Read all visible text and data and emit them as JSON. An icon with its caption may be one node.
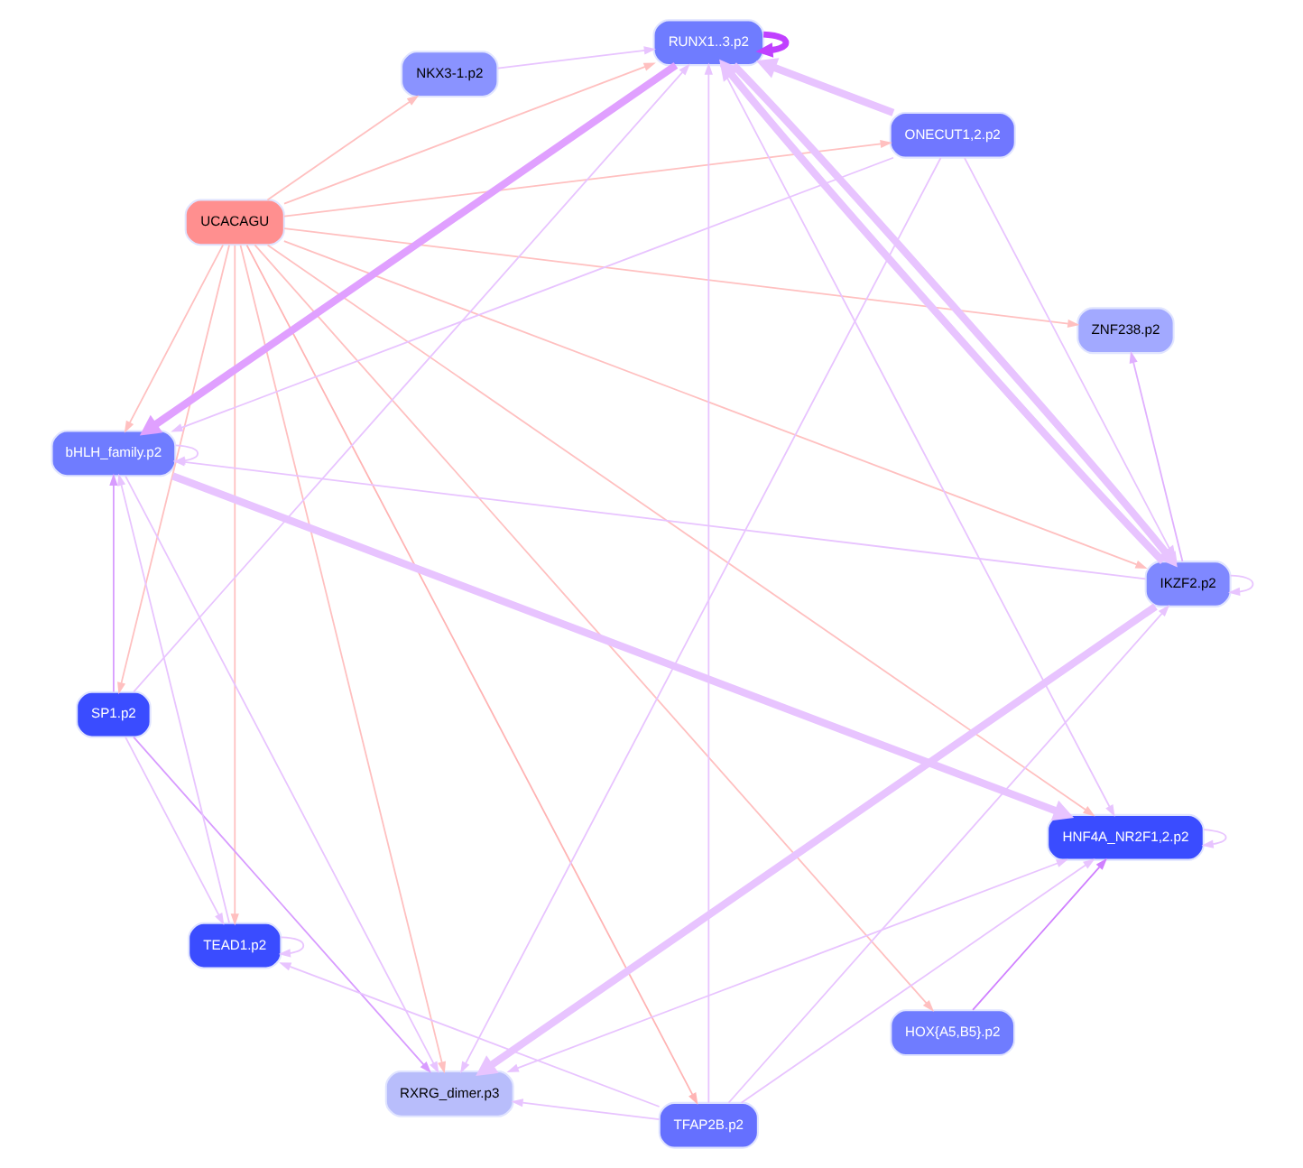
{
  "diagram": {
    "nodes": [
      {
        "text": [
          "UCACAGU"
        ]
      },
      {
        "text": [
          "RXRG_dimer.p3"
        ]
      },
      {
        "text": [
          "HNF4A_NR2F1,2.p2"
        ]
      },
      {
        "text": [
          "RUNX1..3.p2"
        ]
      },
      {
        "text": [
          "bHLH_family.p2"
        ]
      },
      {
        "text": [
          "SP1.p2"
        ]
      },
      {
        "text": [
          "TEAD1.p2"
        ]
      },
      {
        "text": [
          "ONECUT1,2.p2"
        ]
      },
      {
        "text": [
          "NKX3-1.p2"
        ]
      },
      {
        "text": [
          "IKZF2.p2"
        ]
      },
      {
        "text": [
          "HOX{A5,B5}.p2"
        ]
      },
      {
        "text": [
          "TFAP2B.p2"
        ]
      },
      {
        "text": [
          "ZNF238.p2"
        ]
      }
    ],
    "edges": [
      {
        "from": 0,
        "to": 1,
        "arrow": "to",
        "color": "#ffc0c0"
      },
      {
        "from": 0,
        "to": 2,
        "arrow": "to",
        "color": "#ffc0c0"
      },
      {
        "from": 0,
        "to": 3,
        "arrow": "to",
        "color": "#ffc0c0"
      },
      {
        "from": 0,
        "to": 4,
        "arrow": "to",
        "color": "#ffc0c0"
      },
      {
        "from": 0,
        "to": 5,
        "arrow": "to",
        "color": "#ffc0c0"
      },
      {
        "from": 0,
        "to": 6,
        "arrow": "to",
        "color": "#ffc0c0"
      },
      {
        "from": 0,
        "to": 7,
        "arrow": "to",
        "color": "#ffc0c0"
      },
      {
        "from": 0,
        "to": 8,
        "arrow": "to",
        "color": "#ffc0c0"
      },
      {
        "from": 0,
        "to": 9,
        "arrow": "to",
        "color": "#ffc0c0"
      },
      {
        "from": 0,
        "to": 10,
        "arrow": "to",
        "color": "#ffc0c0"
      },
      {
        "from": 0,
        "to": 11,
        "arrow": "to",
        "color": "#ffb4b4"
      },
      {
        "from": 0,
        "to": 12,
        "arrow": "to",
        "color": "#ffc0c0"
      },
      {
        "from": 1,
        "to": 2,
        "arrow": "both"
      },
      {
        "from": 2,
        "to": 2,
        "arrow": "to"
      },
      {
        "from": 3,
        "to": 3,
        "arrow": "to",
        "style": "thick",
        "color": "#c040ff"
      },
      {
        "from": 3,
        "to": 4,
        "arrow": "to",
        "style": "thick",
        "color": "#e0a0ff"
      },
      {
        "from": 3,
        "to": 2,
        "arrow": "to"
      },
      {
        "from": 4,
        "to": 4,
        "arrow": "to"
      },
      {
        "from": 6,
        "to": 6,
        "arrow": "to"
      },
      {
        "from": 6,
        "to": 4,
        "arrow": "to"
      },
      {
        "from": 4,
        "to": 2,
        "arrow": "to",
        "style": "thick"
      },
      {
        "from": 4,
        "to": 1,
        "arrow": "to"
      },
      {
        "from": 5,
        "to": 1,
        "arrow": "to",
        "color": "#d89cff"
      },
      {
        "from": 5,
        "to": 4,
        "arrow": "to",
        "color": "#d89cff"
      },
      {
        "from": 5,
        "to": 6,
        "arrow": "to"
      },
      {
        "from": 5,
        "to": 3,
        "arrow": "to"
      },
      {
        "from": 10,
        "to": 2,
        "arrow": "to",
        "color": "#d080ff"
      },
      {
        "from": 8,
        "to": 3,
        "arrow": "to"
      },
      {
        "from": 7,
        "to": 3,
        "arrow": "to",
        "style": "thick"
      },
      {
        "from": 7,
        "to": 1,
        "arrow": "to"
      },
      {
        "from": 7,
        "to": 9,
        "arrow": "to"
      },
      {
        "from": 7,
        "to": 4,
        "arrow": "to"
      },
      {
        "from": 3,
        "to": 9,
        "arrow": "to",
        "style": "thick"
      },
      {
        "from": 9,
        "to": 3,
        "arrow": "to",
        "style": "thick"
      },
      {
        "from": 9,
        "to": 1,
        "arrow": "to",
        "style": "thick"
      },
      {
        "from": 9,
        "to": 4,
        "arrow": "to"
      },
      {
        "from": 9,
        "to": 9,
        "arrow": "to"
      },
      {
        "from": 9,
        "to": 12,
        "arrow": "to",
        "color": "#e0b0ff"
      },
      {
        "from": 11,
        "to": 9,
        "arrow": "to"
      },
      {
        "from": 11,
        "to": 3,
        "arrow": "to"
      },
      {
        "from": 11,
        "to": 1,
        "arrow": "to"
      },
      {
        "from": 11,
        "to": 6,
        "arrow": "to"
      },
      {
        "from": 11,
        "to": 2,
        "arrow": "to"
      }
    ]
  }
}
